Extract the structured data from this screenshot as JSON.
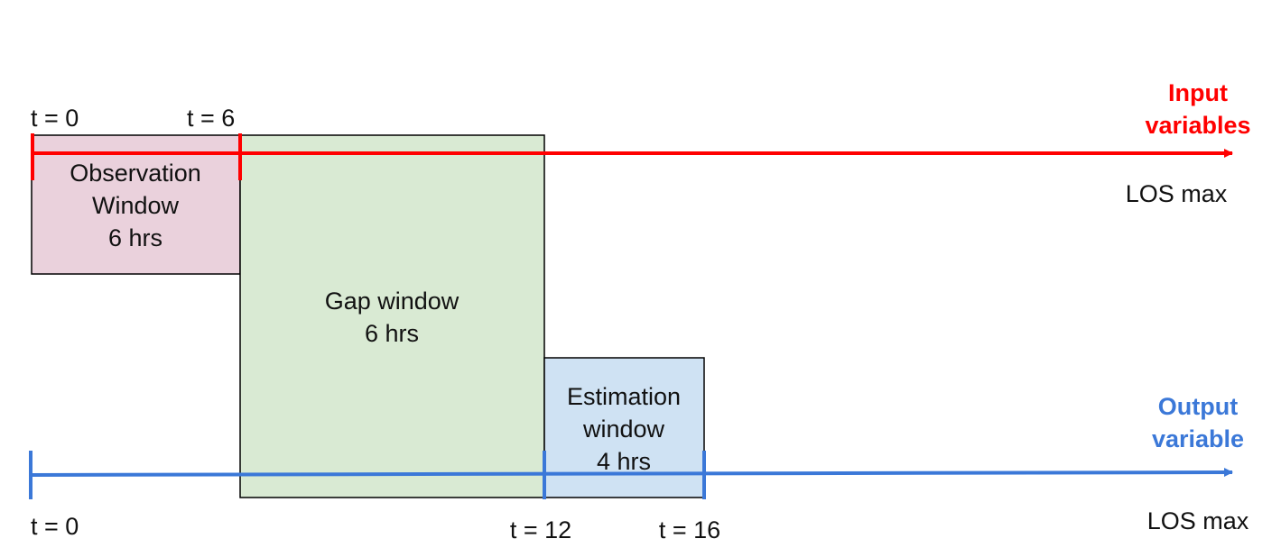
{
  "colors": {
    "input_axis": "#ff0000",
    "output_axis": "#3b78d8",
    "observation_fill": "#ead1dc",
    "gap_fill": "#d9ead3",
    "estimation_fill": "#cfe2f3",
    "box_border": "#000000"
  },
  "input_axis": {
    "title_line1": "Input",
    "title_line2": "variables",
    "end_label": "LOS max",
    "tick_labels": [
      "t = 0",
      "t = 6"
    ]
  },
  "output_axis": {
    "title_line1": "Output",
    "title_line2": "variable",
    "end_label": "LOS max",
    "tick_labels": [
      "t = 0",
      "t = 12",
      "t = 16"
    ]
  },
  "windows": {
    "observation": {
      "line1": "Observation",
      "line2": "Window",
      "line3": "6 hrs"
    },
    "gap": {
      "line1": "Gap window",
      "line2": "6 hrs"
    },
    "estimation": {
      "line1": "Estimation",
      "line2": "window",
      "line3": "4 hrs"
    }
  }
}
